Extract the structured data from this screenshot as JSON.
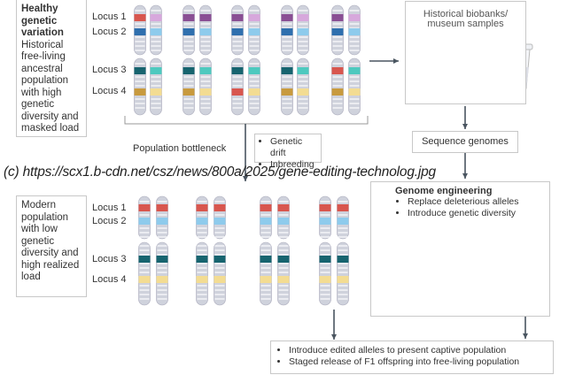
{
  "watermark": "(c) https://scx1.b-cdn.net/csz/news/800a/2025/gene-editing-technolog.jpg",
  "top_box": {
    "title": "Healthy genetic variation",
    "text": "Historical free-living ancestral population with high genetic diversity and masked load"
  },
  "bottom_box": {
    "text": "Modern population with low genetic diversity and high realized load"
  },
  "loci": [
    "Locus 1",
    "Locus 2",
    "Locus 3",
    "Locus 4"
  ],
  "bottleneck_label": "Population bottleneck",
  "bottleneck_factors": [
    "Genetic drift",
    "Inbreeding"
  ],
  "museum": {
    "title_line1": "Historical biobanks/",
    "title_line2": "museum samples"
  },
  "sequence_label": "Sequence genomes",
  "engineering": {
    "title": "Genome engineering",
    "items": [
      "Replace deleterious alleles",
      "Introduce genetic diversity"
    ]
  },
  "release": {
    "items": [
      "Introduce edited alleles to present captive population",
      "Staged release of F1 offspring into free-living population"
    ]
  },
  "colors": {
    "red": "#d8564e",
    "purple": "#8a4f94",
    "pink": "#d7a8dc",
    "blue": "#2f6fae",
    "lightblue": "#8ecbec",
    "teal": "#17646f",
    "lightteal": "#4ec9bf",
    "gold": "#c89a3e",
    "yellow": "#f3dc92",
    "chromosome": "#cfd2dc",
    "arrow": "#4a5560"
  },
  "chromosomes": {
    "ancestral": [
      [
        [
          "red",
          "blue",
          "teal",
          "gold"
        ],
        [
          "pink",
          "lightblue",
          "lightteal",
          "yellow"
        ]
      ],
      [
        [
          "purple",
          "blue",
          "teal",
          "gold"
        ],
        [
          "purple",
          "lightblue",
          "lightteal",
          "yellow"
        ]
      ],
      [
        [
          "purple",
          "blue",
          "teal",
          "red"
        ],
        [
          "pink",
          "lightblue",
          "lightteal",
          "yellow"
        ]
      ],
      [
        [
          "purple",
          "blue",
          "teal",
          "gold"
        ],
        [
          "pink",
          "lightblue",
          "lightteal",
          "yellow"
        ]
      ],
      [
        [
          "purple",
          "blue",
          "red",
          "gold"
        ],
        [
          "pink",
          "lightblue",
          "lightteal",
          "yellow"
        ]
      ]
    ],
    "modern": [
      [
        [
          "red",
          "lightblue",
          "teal",
          "yellow"
        ],
        [
          "red",
          "lightblue",
          "teal",
          "yellow"
        ]
      ],
      [
        [
          "red",
          "lightblue",
          "teal",
          "yellow"
        ],
        [
          "red",
          "lightblue",
          "teal",
          "yellow"
        ]
      ],
      [
        [
          "red",
          "lightblue",
          "teal",
          "yellow"
        ],
        [
          "red",
          "lightblue",
          "teal",
          "yellow"
        ]
      ],
      [
        [
          "red",
          "lightblue",
          "teal",
          "yellow"
        ],
        [
          "red",
          "lightblue",
          "teal",
          "yellow"
        ]
      ]
    ],
    "before_edit": [
      [
        "red",
        "lightblue",
        "teal",
        "yellow"
      ],
      [
        "red",
        "lightblue",
        "teal",
        "yellow"
      ]
    ],
    "after_edit": [
      [
        "purple",
        "blue",
        "teal",
        "gold"
      ],
      [
        "pink",
        "lightblue",
        "lightteal",
        "yellow"
      ]
    ]
  }
}
